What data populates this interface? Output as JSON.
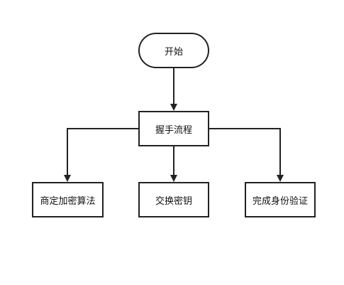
{
  "diagram": {
    "type": "flowchart",
    "nodes": {
      "start": {
        "label": "开始",
        "shape": "terminal"
      },
      "handshake": {
        "label": "握手流程",
        "shape": "process"
      },
      "negotiate": {
        "label": "商定加密算法",
        "shape": "process"
      },
      "exchange": {
        "label": "交换密钥",
        "shape": "process"
      },
      "auth": {
        "label": "完成身份验证",
        "shape": "process"
      }
    },
    "edges": [
      {
        "from": "start",
        "to": "handshake"
      },
      {
        "from": "handshake",
        "to": "negotiate"
      },
      {
        "from": "handshake",
        "to": "exchange"
      },
      {
        "from": "handshake",
        "to": "auth"
      }
    ]
  }
}
